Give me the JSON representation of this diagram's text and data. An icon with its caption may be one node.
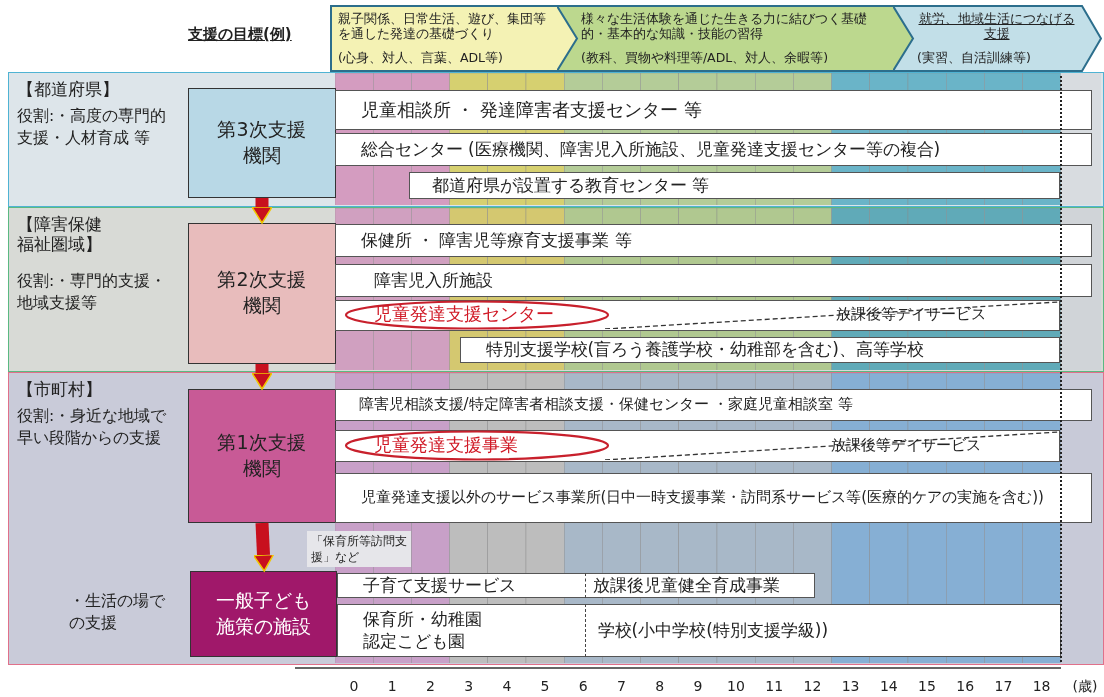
{
  "diagram": {
    "title": "支援の目標(例)",
    "nodes": [
      {
        "text": [
          "親子関係、日常生活、遊び、集団等を通した発達の基礎づくり",
          "(心身、対人、言葉、ADL等)"
        ]
      },
      {
        "text": [
          "様々な生活体験を通じた生きる力に結びつく基礎的・基本的な知識・技能の習得",
          "(教科、買物や料理等/ADL、対人、余暇等)"
        ]
      },
      {
        "text": [
          "就労、地域生活につなげる支援",
          "(実習、自活訓練等)"
        ]
      },
      {
        "text": [
          "【都道府県】",
          "役割:・高度の専門的支援・人材育成 等"
        ]
      },
      {
        "text": [
          "第3次支援機関"
        ],
        "in": 3
      },
      {
        "text": [
          "児童相談所 ・ 発達障害者支援センター 等"
        ],
        "in": 3
      },
      {
        "text": [
          "総合センター (医療機関、障害児入所施設、児童発達支援センター等の複合)"
        ],
        "in": 3
      },
      {
        "text": [
          "都道府県が設置する教育センター 等"
        ],
        "in": 3
      },
      {
        "text": [
          "【障害保健福祉圏域】",
          "役割:・専門的支援・地域支援等"
        ]
      },
      {
        "text": [
          "第2次支援機関"
        ],
        "in": 8
      },
      {
        "text": [
          "保健所 ・ 障害児等療育支援事業 等"
        ],
        "in": 8
      },
      {
        "text": [
          "障害児入所施設"
        ],
        "in": 8
      },
      {
        "text": [
          "児童発達支援センター",
          "放課後等デイサービス"
        ],
        "in": 8
      },
      {
        "text": [
          "特別支援学校(盲ろう養護学校・幼稚部を含む)、高等学校"
        ],
        "in": 8
      },
      {
        "text": [
          "【市町村】",
          "役割:・身近な地域で早い段階からの支援",
          "・生活の場での支援"
        ]
      },
      {
        "text": [
          "第1次支援機関"
        ],
        "in": 14
      },
      {
        "text": [
          "障害児相談支援/特定障害者相談支援・保健センター ・家庭児童相談室 等"
        ],
        "in": 14
      },
      {
        "text": [
          "児童発達支援事業",
          "放課後等デイサービス"
        ],
        "in": 14
      },
      {
        "text": [
          "児童発達支援以外のサービス事業所(日中一時支援事業・訪問系サービス等(医療的ケアの実施を含む))"
        ],
        "in": 14
      },
      {
        "text": [
          "一般子ども施策の施設"
        ],
        "in": 14
      },
      {
        "text": [
          "子育て支援サービス"
        ],
        "in": 14
      },
      {
        "text": [
          "放課後児童健全育成事業"
        ],
        "in": 14
      },
      {
        "text": [
          "保育所・幼稚園認定こども園"
        ],
        "in": 14
      },
      {
        "text": [
          "学校(小中学校(特別支援学級))"
        ],
        "in": 14
      }
    ],
    "edges": [
      {
        "from": 4,
        "to": 9,
        "arrow": "to"
      },
      {
        "from": 9,
        "to": 15,
        "arrow": "to"
      },
      {
        "from": 15,
        "to": 19,
        "arrow": "to",
        "label": "「保育所等訪問支援」など"
      }
    ],
    "labels": [
      "0",
      "1",
      "2",
      "3",
      "4",
      "5",
      "6",
      "7",
      "8",
      "9",
      "10",
      "11",
      "12",
      "13",
      "14",
      "15",
      "16",
      "17",
      "18",
      "(歳)"
    ]
  }
}
